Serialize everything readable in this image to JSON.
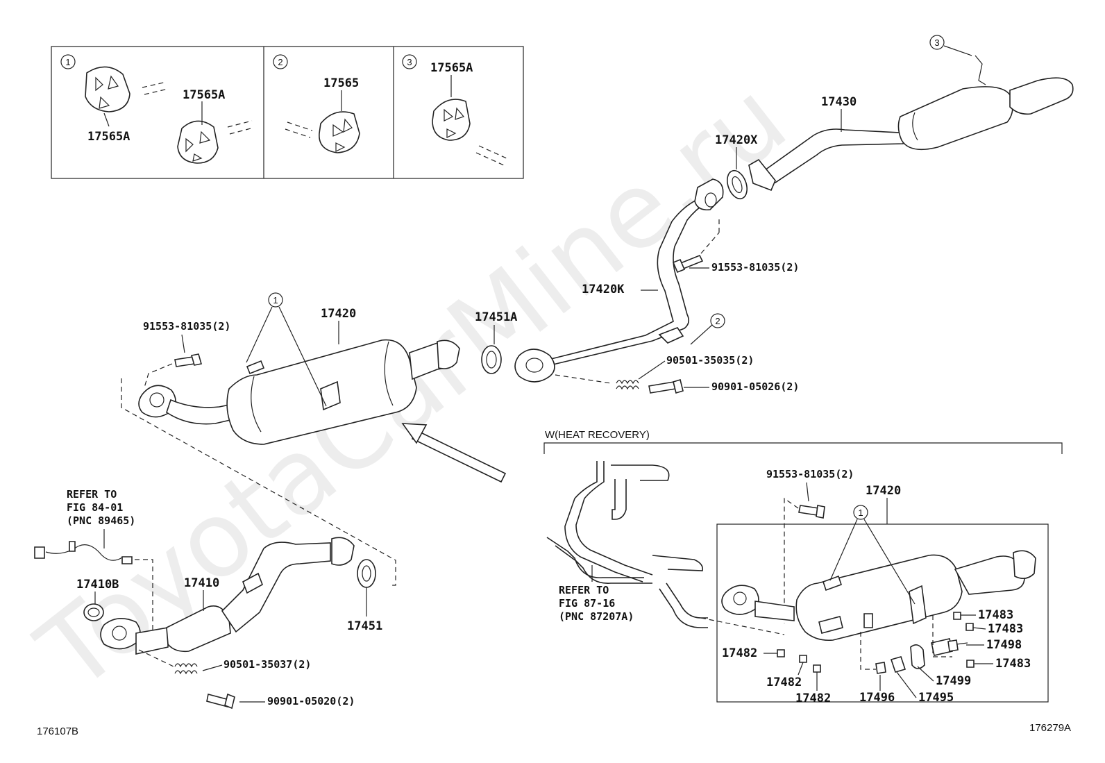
{
  "watermark": "ToyotaCarMine.ru",
  "callouts": {
    "c1": "1",
    "c2": "2",
    "c3": "3"
  },
  "inset": {
    "panel1": {
      "part": "17565A"
    },
    "panel2": {
      "part": "17565"
    },
    "panel3": {
      "part": "17565A"
    }
  },
  "parts": {
    "p17430": "17430",
    "p17420X": "17420X",
    "p17420K": "17420K",
    "p17420": "17420",
    "p17451A": "17451A",
    "p17410B": "17410B",
    "p17410": "17410",
    "p17451": "17451",
    "bolt_91553_a": "91553-81035(2)",
    "bolt_91553_b": "91553-81035(2)",
    "bolt_91553_c": "91553-81035(2)",
    "spring_90501_35035": "90501-35035(2)",
    "bolt_90901_05026": "90901-05026(2)",
    "spring_90501_35037": "90501-35037(2)",
    "bolt_90901_05020": "90901-05020(2)"
  },
  "refer_84": {
    "line1": "REFER TO",
    "line2": "FIG 84-01",
    "line3": "(PNC 89465)"
  },
  "heat_recovery": {
    "title": "W(HEAT RECOVERY)",
    "refer": {
      "line1": "REFER TO",
      "line2": "FIG 87-16",
      "line3": "(PNC 87207A)"
    },
    "p17420": "17420",
    "p17483_a": "17483",
    "p17483_b": "17483",
    "p17483_c": "17483",
    "p17498": "17498",
    "p17499": "17499",
    "p17495": "17495",
    "p17496": "17496",
    "p17482_a": "17482",
    "p17482_b": "17482",
    "p17482_c": "17482"
  },
  "footer": {
    "left_code": "176107B",
    "right_code": "176279A"
  }
}
